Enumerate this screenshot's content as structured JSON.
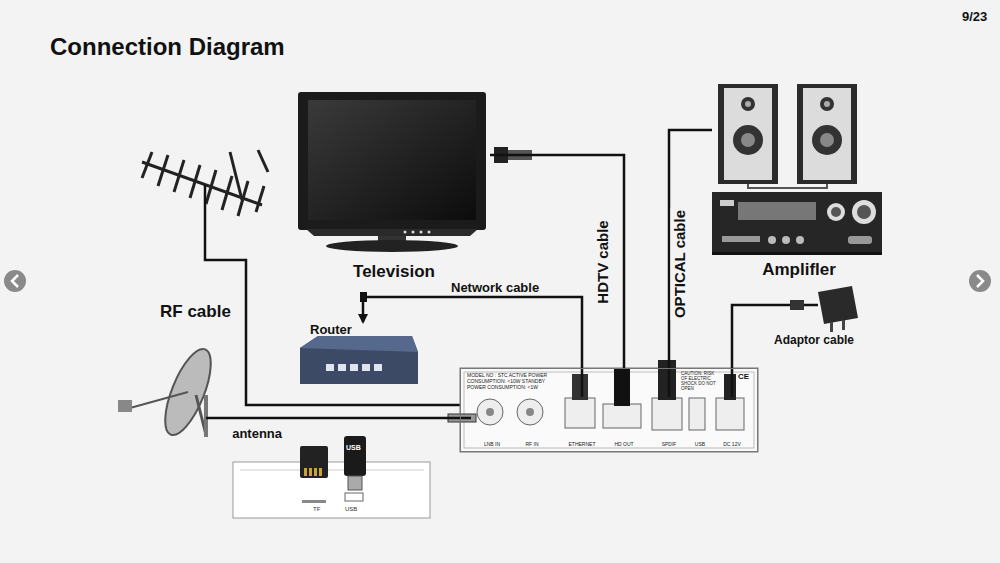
{
  "diagram": {
    "title": "Connection Diagram",
    "nodes": [
      {
        "text": [
          "Television"
        ]
      },
      {
        "text": [
          "Amplifler"
        ]
      },
      {
        "text": [
          "Adaptor cable"
        ]
      },
      {
        "text": [
          "Router"
        ]
      },
      {
        "text": [
          "antenna"
        ]
      },
      {
        "text": [
          "MODEL NO : STC ACTIVE POWER CONSUMPTION: <10W STANDBY POWER CONSUMPTION: <1W"
        ]
      },
      {
        "text": [
          "LNB IN"
        ],
        "in": 5
      },
      {
        "text": [
          "RF IN"
        ],
        "in": 5
      },
      {
        "text": [
          "ETHERNET"
        ],
        "in": 5
      },
      {
        "text": [
          "HD OUT"
        ],
        "in": 5
      },
      {
        "text": [
          "SPDIF"
        ],
        "in": 5
      },
      {
        "text": [
          "USB"
        ],
        "in": 5
      },
      {
        "text": [
          "DC 12V"
        ],
        "in": 5
      },
      {
        "text": [
          "TF",
          "USB"
        ]
      }
    ],
    "edges": [
      {
        "from": 0,
        "to": 9,
        "label": "HDTV cable",
        "arrow": "none"
      },
      {
        "from": 8,
        "to": 3,
        "label": "Network cable",
        "arrow": "to"
      },
      {
        "from": 1,
        "to": 10,
        "label": "OPTICAL cable",
        "arrow": "none"
      },
      {
        "from": 2,
        "to": 12,
        "arrow": "none"
      },
      {
        "from": 4,
        "to": 6,
        "arrow": "none"
      }
    ],
    "labels": [
      "9/23",
      "RF cable",
      "USB",
      "CAUTION: RISK OF ELECTRIC SHOCK DO NOT OPEN",
      "CE"
    ]
  }
}
